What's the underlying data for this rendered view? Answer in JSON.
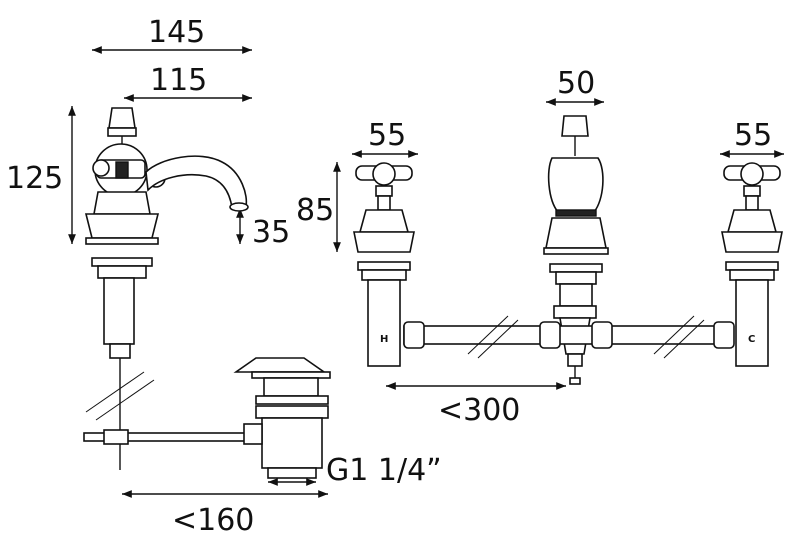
{
  "dimensions": {
    "d145": "145",
    "d115": "115",
    "d125": "125",
    "d35": "35",
    "d85": "85",
    "d55_left": "55",
    "d50": "50",
    "d55_right": "55",
    "d300": "<300",
    "d160": "<160",
    "dthread": "G1 1/4”"
  },
  "labels": {
    "hot": "H",
    "cold": "C"
  },
  "colors": {
    "line": "#111111",
    "background": "#ffffff"
  }
}
